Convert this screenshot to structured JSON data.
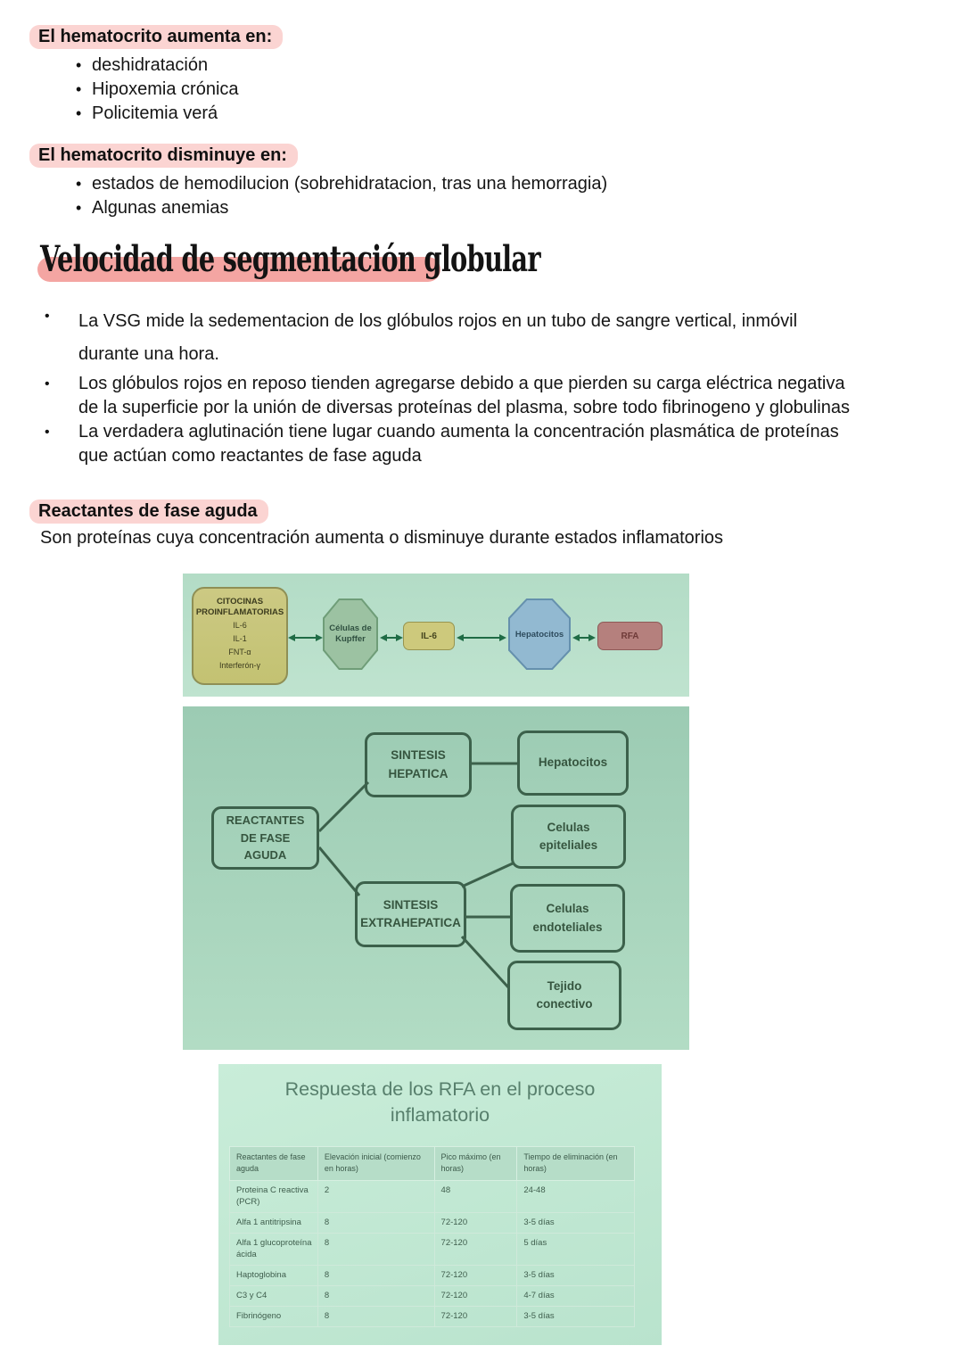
{
  "hematocrito": {
    "aumenta_heading": "El hematocrito aumenta en:",
    "aumenta_items": [
      "deshidratación",
      "Hipoxemia crónica",
      "Policitemia verá"
    ],
    "disminuye_heading": "El hematocrito disminuye en:",
    "disminuye_items": [
      "estados de hemodilucion (sobrehidratacion, tras una hemorragia)",
      "Algunas anemias"
    ]
  },
  "vsg": {
    "title": "Velocidad de segmentación globular",
    "bullets": [
      "La VSG mide la sedementacion de los glóbulos rojos en un tubo de sangre vertical, inmóvil durante una hora.",
      "Los glóbulos rojos en reposo tienden agregarse debido a que pierden su carga eléctrica negativa de la superficie por la unión de diversas proteínas del plasma, sobre todo fibrinogeno y globulinas",
      "La verdadera aglutinación tiene lugar cuando aumenta la concentración plasmática de proteínas que actúan como reactantes de fase aguda"
    ]
  },
  "rfa_section": {
    "heading": "Reactantes de fase aguda",
    "description": "Son proteínas cuya concentración aumenta o disminuye durante estados inflamatorios"
  },
  "diagram1": {
    "citocinas_title_line1": "CITOCINAS",
    "citocinas_title_line2": "PROINFLAMATORIAS",
    "citocinas_items": [
      "IL-6",
      "IL-1",
      "FNT-α",
      "Interferón-γ"
    ],
    "kupffer": "Células de Kupffer",
    "il6": "IL-6",
    "hepatocitos": "Hepatocitos",
    "rfa": "RFA"
  },
  "diagram2": {
    "reactantes": "REACTANTES DE FASE AGUDA",
    "sintesis_hepatica": "SINTESIS HEPATICA",
    "hepatocitos": "Hepatocitos",
    "celulas_epiteliales": "Celulas epiteliales",
    "sintesis_extrahepatica": "SINTESIS EXTRAHEPATICA",
    "celulas_endoteliales": "Celulas endoteliales",
    "tejido_conectivo": "Tejido conectivo"
  },
  "rfa_table": {
    "title": "Respuesta de los RFA en el proceso inflamatorio",
    "headers": [
      "Reactantes de fase aguda",
      "Elevación inicial (comienzo en horas)",
      "Pico máximo (en horas)",
      "Tiempo de eliminación (en horas)"
    ],
    "rows": [
      [
        "Proteina C reactiva (PCR)",
        "2",
        "48",
        "24-48"
      ],
      [
        "Alfa 1 antitripsina",
        "8",
        "72-120",
        "3-5 días"
      ],
      [
        "Alfa 1 glucoproteína ácida",
        "8",
        "72-120",
        "5 días"
      ],
      [
        "Haptoglobina",
        "8",
        "72-120",
        "3-5 días"
      ],
      [
        "C3 y C4",
        "8",
        "72-120",
        "4-7 días"
      ],
      [
        "Fibrinógeno",
        "8",
        "72-120",
        "3-5 días"
      ]
    ]
  },
  "colors": {
    "heading_highlight": "#fbd4d2",
    "title_highlight": "#f4a5a2",
    "diagram1_bg": "#b8dfc9",
    "diagram2_bg": "#a6d2bc",
    "table_bg": "#c3e9d5",
    "dark_green_line": "#3c614b",
    "citocinas_fill": "#c9c87e",
    "kupffer_fill": "#9cc2a2",
    "il6_fill": "#cdc97c",
    "hepatocitos_fill": "#92b9d1",
    "rfa_fill": "#b5807d"
  }
}
